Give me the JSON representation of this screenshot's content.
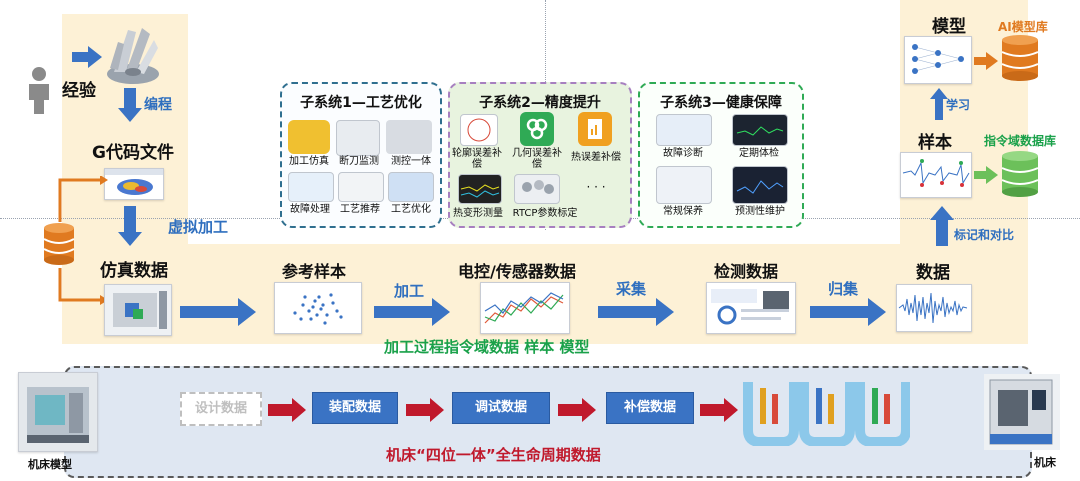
{
  "left_col": {
    "experience": "经验",
    "programming": "编程",
    "gcode": "G代码文件",
    "virtual_machining": "虚拟加工",
    "sim_data": "仿真数据"
  },
  "flow": {
    "reference_sample": "参考样本",
    "machining": "加工",
    "electric_sensor": "电控/传感器数据",
    "collect": "采集",
    "detection_data": "检测数据",
    "aggregate": "归集",
    "data": "数据",
    "label_compare": "标记和对比",
    "sample": "样本",
    "learn": "学习",
    "model": "模型",
    "ai_model_lib": "AI模型库",
    "domain_db": "指令域数据库",
    "band_caption": "加工过程指令域数据 样本 模型"
  },
  "subsystems": [
    {
      "title": "子系统1—工艺优化",
      "items": [
        "加工仿真",
        "断刀监测",
        "测控一体",
        "故障处理",
        "工艺推荐",
        "工艺优化"
      ]
    },
    {
      "title": "子系统2—精度提升",
      "items": [
        "轮廓误差补偿",
        "几何误差补偿",
        "热误差补偿",
        "热变形测量",
        "RTCP参数标定",
        "· · ·"
      ]
    },
    {
      "title": "子系统3—健康保障",
      "items": [
        "故障诊断",
        "定期体检",
        "常规保养",
        "预测性维护"
      ]
    }
  ],
  "lifecycle": {
    "machine_model": "机床模型",
    "design": "设计数据",
    "assembly": "装配数据",
    "debug": "调试数据",
    "compensation": "补偿数据",
    "machine": "机床",
    "caption": "机床“四位一体”全生命周期数据"
  },
  "colors": {
    "band": "#fdf1d6",
    "arrow_blue": "#3a73c4",
    "arrow_red": "#c0192c",
    "orange": "#e07a20",
    "green": "#1aa14a"
  }
}
